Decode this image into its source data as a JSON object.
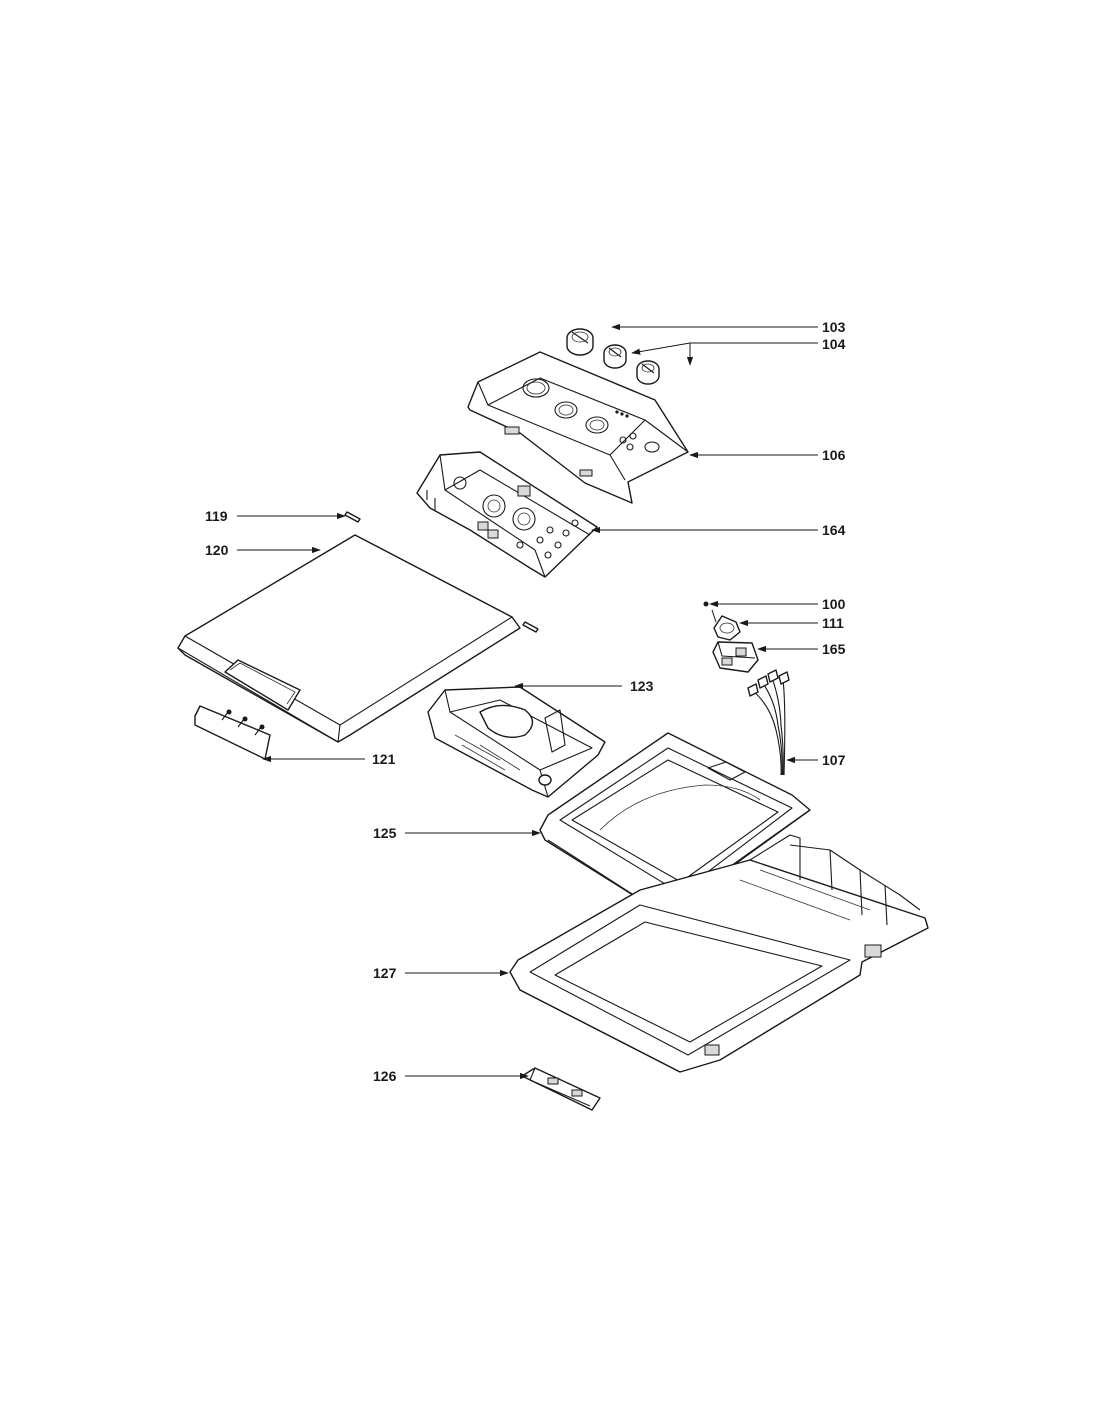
{
  "callouts": {
    "c100": "100",
    "c103": "103",
    "c104": "104",
    "c106": "106",
    "c107": "107",
    "c111": "111",
    "c119": "119",
    "c120": "120",
    "c121": "121",
    "c123": "123",
    "c125": "125",
    "c126": "126",
    "c127": "127",
    "c164": "164",
    "c165": "165"
  }
}
